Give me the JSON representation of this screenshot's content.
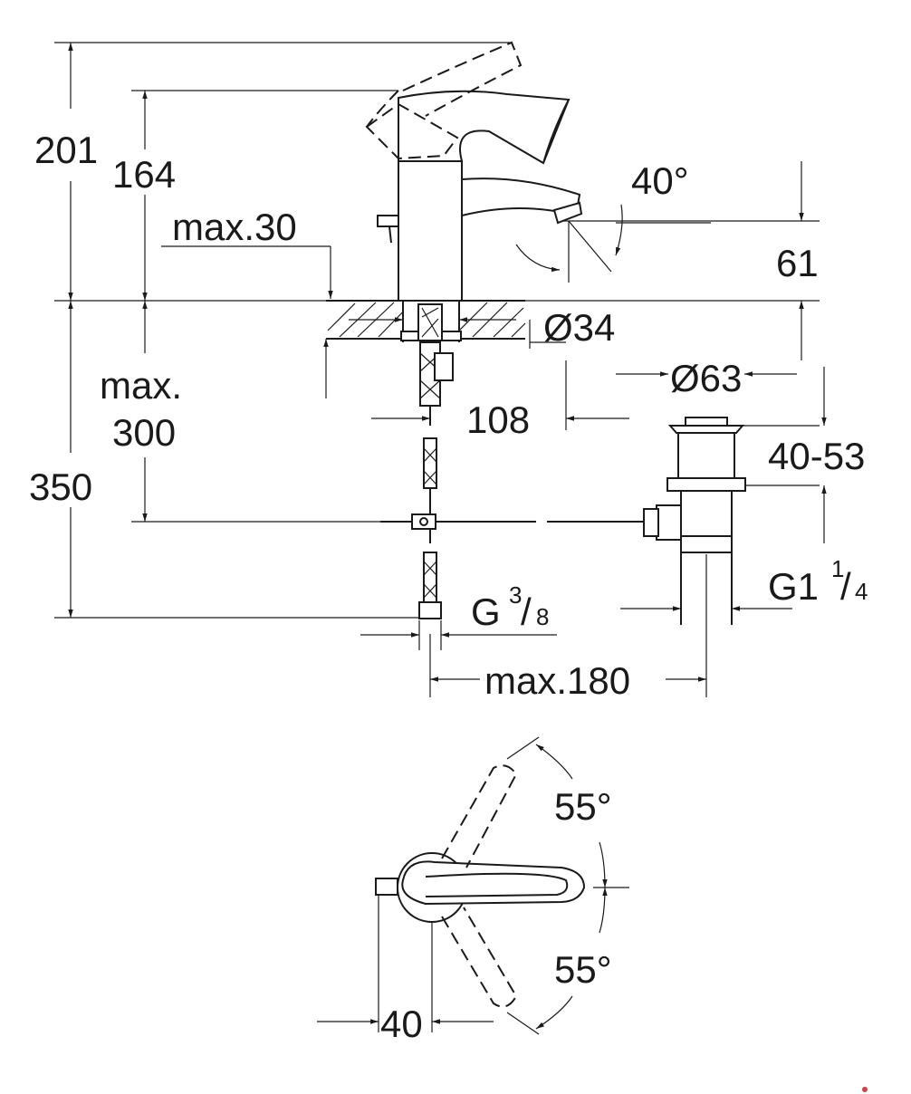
{
  "side_view": {
    "dim_total_height": "201",
    "dim_lever_height": "164",
    "dim_max_deck": "max.30",
    "dim_spout_angle": "40°",
    "dim_spout_height": "61",
    "dim_hole_diameter": "Ø34",
    "dim_below_max_line1": "max.",
    "dim_below_max_line2": "300",
    "dim_below_total": "350",
    "dim_spout_reach": "108",
    "dim_waste_diameter": "Ø63",
    "dim_waste_range": "40-53",
    "dim_waste_thread_main": "G1",
    "dim_waste_thread_num": "1",
    "dim_waste_thread_den": "4",
    "dim_supply_thread_main": "G",
    "dim_supply_thread_num": "3",
    "dim_supply_thread_den": "8",
    "dim_max_180": "max.180"
  },
  "top_view": {
    "dim_angle_upper": "55°",
    "dim_angle_lower": "55°",
    "dim_offset": "40"
  },
  "colors": {
    "line": "#1a1a1a",
    "background": "#ffffff"
  }
}
